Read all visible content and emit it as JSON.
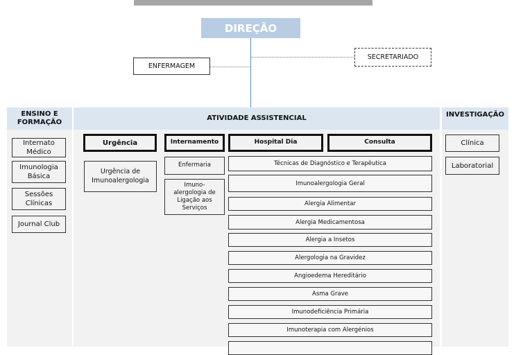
{
  "title_bar": {
    "color": "#a6a6a6"
  },
  "direcao": {
    "label": "DIREÇÃO",
    "color": "#b8cce4"
  },
  "enfermagem": "ENFERMAGEM",
  "secretariado": "SECRETARIADO",
  "columns": {
    "ensino": {
      "header": "ENSINO E FORMAÇÃO",
      "items": [
        "Internato Médico",
        "Imunologia Básica",
        "Sessões Clínicas",
        "Journal Club"
      ]
    },
    "atividade": {
      "header": "ATIVIDADE ASSISTENCIAL",
      "urgencia": {
        "label": "Urgência",
        "items": [
          "Urgência de Imunoalergologia"
        ]
      },
      "internamento": {
        "label": "Internamento",
        "items": [
          "Enfermaria",
          "Imuno-alergologia de Ligação aos Serviços"
        ]
      },
      "hospital_dia": {
        "label": "Hospital Dia"
      },
      "consulta": {
        "label": "Consulta"
      },
      "shared_items": [
        "Técnicas de Diagnóstico e Terapêutica",
        "Imunoalergologia Geral",
        "Alergia Alimentar",
        "Alergia Medicamentosa",
        "Alergia a Insetos",
        "Alergologia na Gravidez",
        "Angioedema Hereditário",
        "Asma Grave",
        "Imunodeficiência Primária",
        "Imunoterapia com Alergénios"
      ]
    },
    "investigacao": {
      "header": "INVESTIGAÇÃO",
      "items": [
        "Clínica",
        "Laboratorial"
      ]
    }
  }
}
